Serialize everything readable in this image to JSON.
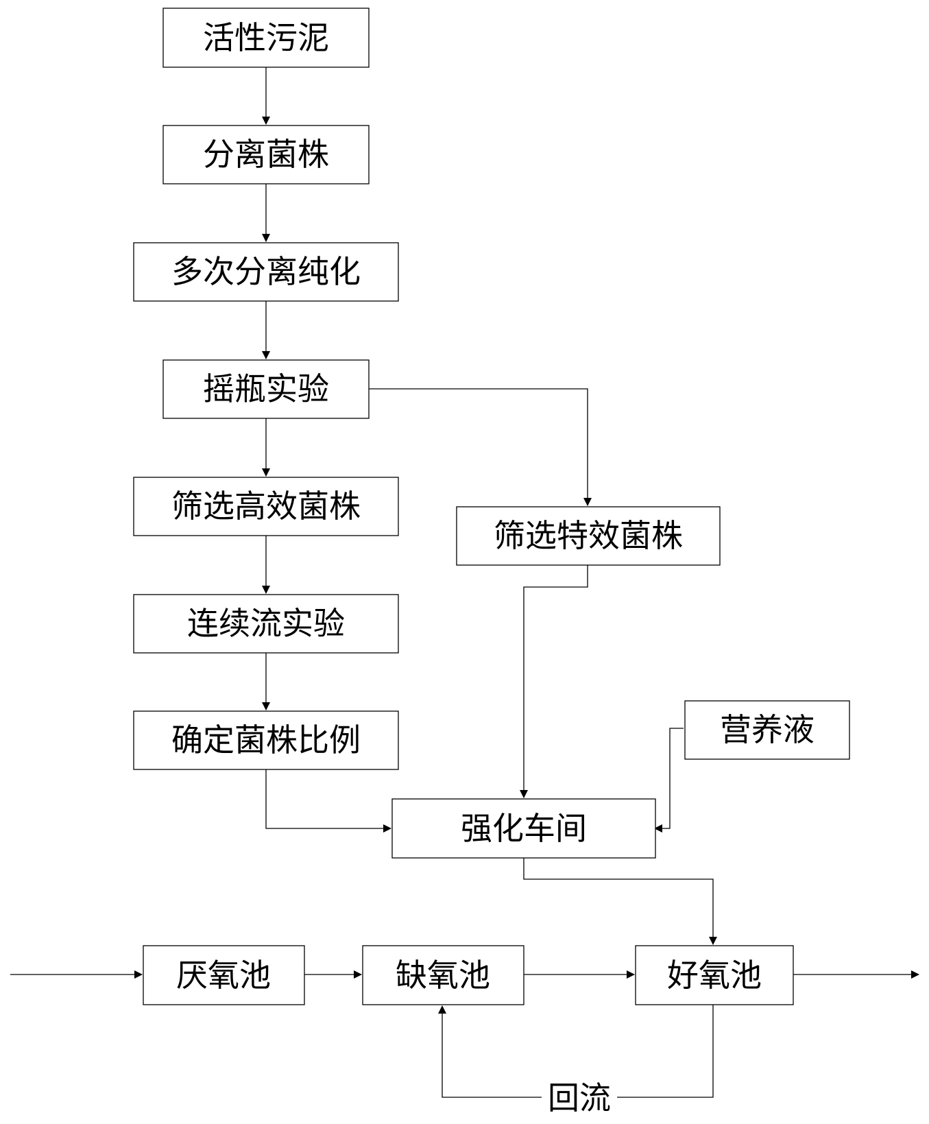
{
  "nodes": {
    "activated_sludge": "活性污泥",
    "isolate_strains": "分离菌株",
    "repeated_isolation_purification": "多次分离纯化",
    "shake_flask_experiment": "摇瓶实验",
    "screen_efficient_strains": "筛选高效菌株",
    "screen_special_strains": "筛选特效菌株",
    "continuous_flow_experiment": "连续流实验",
    "determine_strain_ratio": "确定菌株比例",
    "nutrient_solution": "营养液",
    "enhancement_workshop": "强化车间",
    "anaerobic_tank": "厌氧池",
    "anoxic_tank": "缺氧池",
    "aerobic_tank": "好氧池"
  },
  "edge_labels": {
    "return_flow": "回流"
  }
}
